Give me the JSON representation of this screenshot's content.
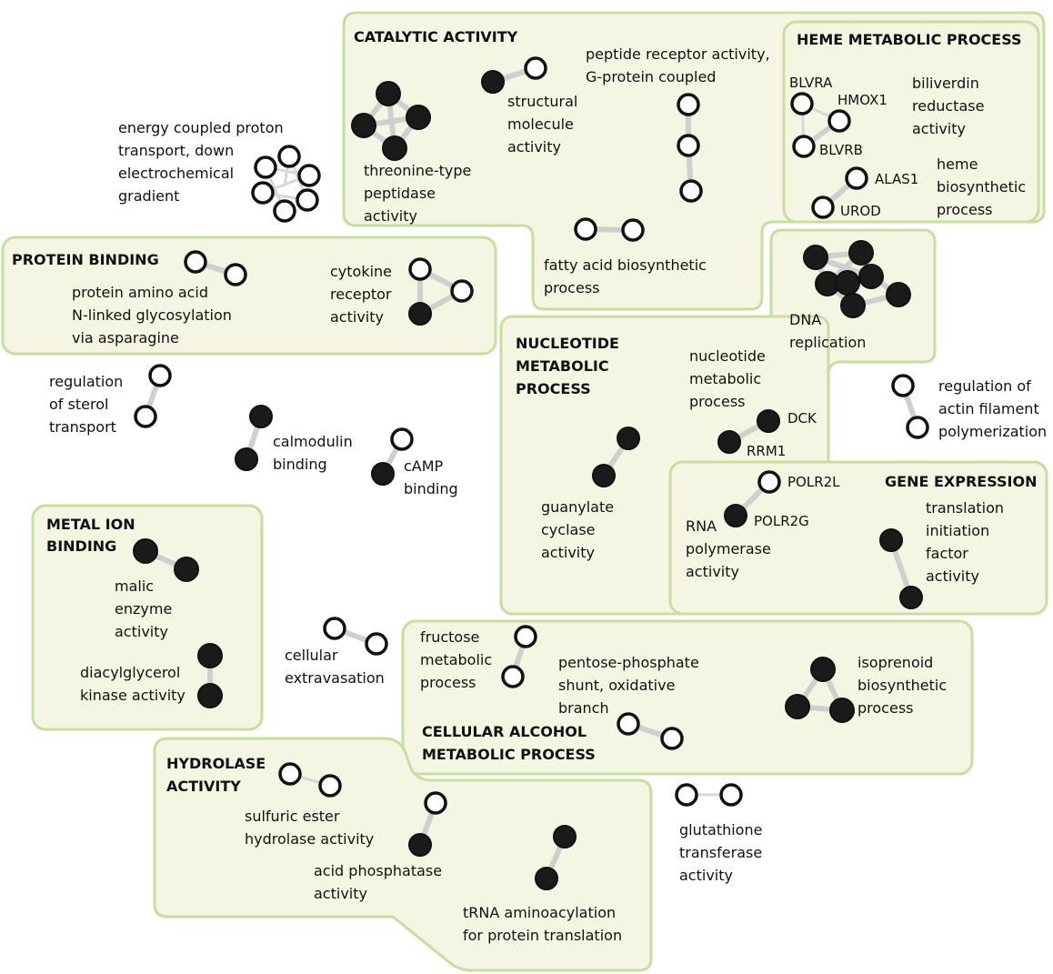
{
  "groups": {
    "catalytic": "CATALYTIC ACTIVITY",
    "heme": "HEME METABOLIC PROCESS",
    "protein_binding": "PROTEIN BINDING",
    "nucleotide": [
      "NUCLEOTIDE",
      "METABOLIC",
      "PROCESS"
    ],
    "gene_expression": "GENE EXPRESSION",
    "metal_ion": [
      "METAL ION",
      "BINDING"
    ],
    "cellular_alcohol": [
      "CELLULAR ALCOHOL",
      "METABOLIC PROCESS"
    ],
    "hydrolase": [
      "HYDROLASE",
      "ACTIVITY"
    ]
  },
  "labels": {
    "energy": [
      "energy coupled proton",
      "transport, down",
      "electrochemical",
      "gradient"
    ],
    "threonine": [
      "threonine-type",
      "peptidase",
      "activity"
    ],
    "structural": [
      "structural",
      "molecule",
      "activity"
    ],
    "peptide_receptor": [
      "peptide receptor activity,",
      "G-protein coupled"
    ],
    "fatty_acid": [
      "fatty acid biosynthetic",
      "process"
    ],
    "biliverdin": [
      "biliverdin",
      "reductase",
      "activity"
    ],
    "heme_bio": [
      "heme",
      "biosynthetic",
      "process"
    ],
    "protein_amino": [
      "protein amino acid",
      "N-linked glycosylation",
      "via asparagine"
    ],
    "cytokine": [
      "cytokine",
      "receptor",
      "activity"
    ],
    "dna": [
      "DNA",
      "replication"
    ],
    "sterol": [
      "regulation",
      "of sterol",
      "transport"
    ],
    "calmodulin": [
      "calmodulin",
      "binding"
    ],
    "camp": [
      "cAMP",
      "binding"
    ],
    "nucleotide_mp": [
      "nucleotide",
      "metabolic",
      "process"
    ],
    "guanylate": [
      "guanylate",
      "cyclase",
      "activity"
    ],
    "actin": [
      "regulation of",
      "actin filament",
      "polymerization"
    ],
    "rna_pol": [
      "RNA",
      "polymerase",
      "activity"
    ],
    "translation": [
      "translation",
      "initiation",
      "factor",
      "activity"
    ],
    "malic": [
      "malic",
      "enzyme",
      "activity"
    ],
    "diacylglycerol": [
      "diacylglycerol",
      "kinase activity"
    ],
    "extravasation": [
      "cellular",
      "extravasation"
    ],
    "fructose": [
      "fructose",
      "metabolic",
      "process"
    ],
    "pentose": [
      "pentose-phosphate",
      "shunt, oxidative",
      "branch"
    ],
    "isoprenoid": [
      "isoprenoid",
      "biosynthetic",
      "process"
    ],
    "sulfuric": [
      "sulfuric ester",
      "hydrolase activity"
    ],
    "acid_phos": [
      "acid phosphatase",
      "activity"
    ],
    "trna": [
      "tRNA aminoacylation",
      "for protein translation"
    ],
    "glutathione": [
      "glutathione",
      "transferase",
      "activity"
    ]
  },
  "genes": {
    "BLVRA": "BLVRA",
    "HMOX1": "HMOX1",
    "BLVRB": "BLVRB",
    "ALAS1": "ALAS1",
    "UROD": "UROD",
    "DCK": "DCK",
    "RRM1": "RRM1",
    "POLR2L": "POLR2L",
    "POLR2G": "POLR2G"
  },
  "colors": {
    "group_fill": "#f4f6e3",
    "group_border": "#c6df9e",
    "edge": "#cfcfcf",
    "node_filled": "#1a1a1a",
    "node_open": "#ffffff"
  }
}
